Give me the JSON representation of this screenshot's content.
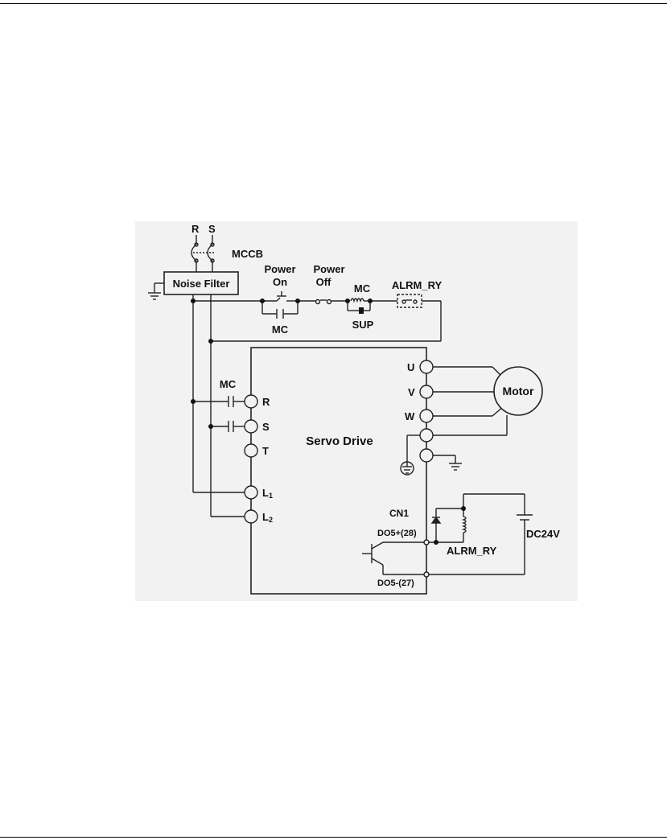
{
  "diagram": {
    "labels": {
      "r_top": "R",
      "s_top": "S",
      "mccb": "MCCB",
      "noise_filter": "Noise Filter",
      "power_on_1": "Power",
      "power_on_2": "On",
      "power_off_1": "Power",
      "power_off_2": "Off",
      "mc_coil": "MC",
      "alrm_ry_top": "ALRM_RY",
      "mc_contact": "MC",
      "sup": "SUP",
      "mc_left": "MC",
      "term_r": "R",
      "term_s": "S",
      "term_t": "T",
      "term_l1_main": "L",
      "term_l1_sub": "1",
      "term_l2_main": "L",
      "term_l2_sub": "2",
      "servo_drive": "Servo Drive",
      "term_u": "U",
      "term_v": "V",
      "term_w": "W",
      "motor": "Motor",
      "cn1": "CN1",
      "do5_plus": "DO5+(28)",
      "do5_minus": "DO5-(27)",
      "alrm_ry_bottom": "ALRM_RY",
      "dc24v": "DC24V"
    }
  }
}
